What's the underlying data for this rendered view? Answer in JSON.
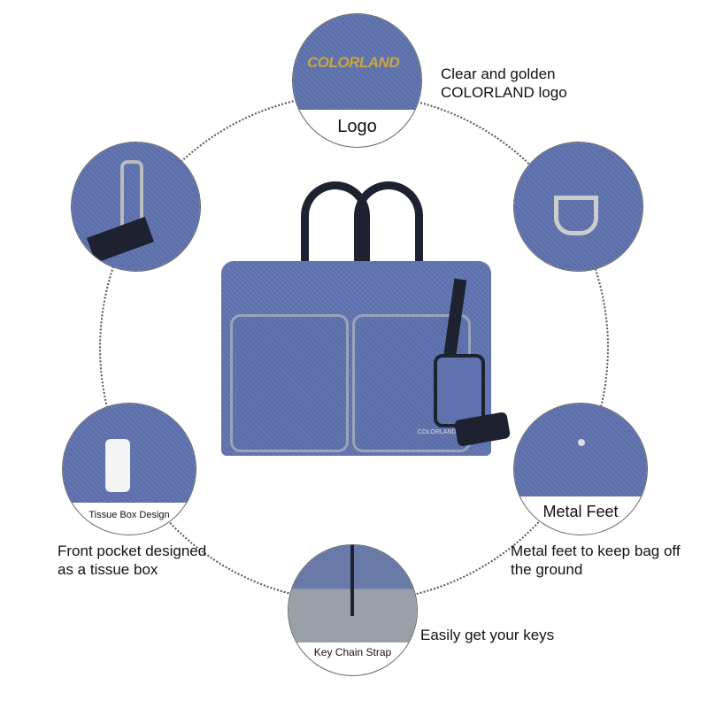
{
  "brand_logo": "COLORLAND",
  "bag_label": "COLORLAND",
  "features": {
    "logo": {
      "badge": "Logo",
      "caption_lines": [
        "Clear and golden",
        "COLORLAND logo"
      ]
    },
    "tissue": {
      "badge": "Tissue Box Design",
      "caption_lines": [
        "Front pocket designed",
        "as a tissue box"
      ]
    },
    "feet": {
      "badge": "Metal Feet",
      "caption_lines": [
        "Metal feet to keep bag off",
        "the ground"
      ]
    },
    "keys": {
      "badge": "Key Chain Strap",
      "caption_lines": [
        "Easily get your keys"
      ]
    }
  },
  "colors": {
    "fabric": "#5f72ae",
    "gold": "#c9a640",
    "strap": "#1e2230"
  }
}
